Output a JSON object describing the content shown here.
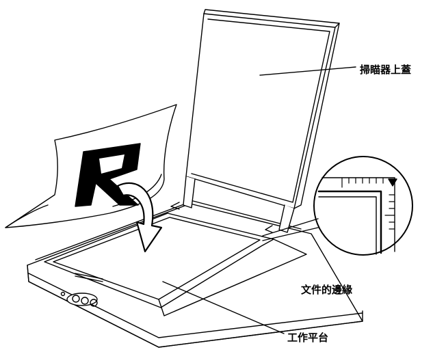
{
  "labels": {
    "scanner_lid": "掃瞄器上蓋",
    "document_edge": "文件的邊緣",
    "document_table": "工作平台"
  },
  "colors": {
    "line": "#000000",
    "fill": "#ffffff",
    "shade": "#e6e6e6"
  },
  "icons": {
    "arrow": "curved-down-arrow-icon",
    "magnifier": "magnified-corner-icon"
  }
}
